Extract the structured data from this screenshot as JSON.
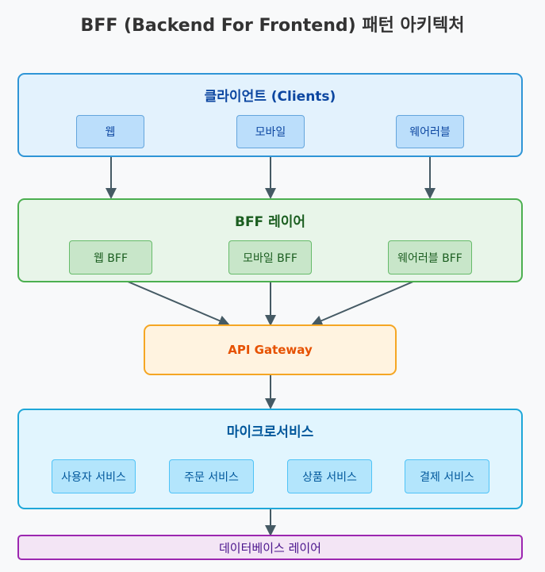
{
  "title": "BFF (Backend For Frontend) 패턴 아키텍처",
  "clients": {
    "label": "클라이언트 (Clients)",
    "items": [
      "웹",
      "모바일",
      "웨어러블"
    ]
  },
  "bff": {
    "label": "BFF 레이어",
    "items": [
      "웹 BFF",
      "모바일 BFF",
      "웨어러블 BFF"
    ]
  },
  "gateway": {
    "label": "API Gateway"
  },
  "microservices": {
    "label": "마이크로서비스",
    "items": [
      "사용자 서비스",
      "주문 서비스",
      "상품 서비스",
      "결제 서비스"
    ]
  },
  "database": {
    "label": "데이터베이스 레이어"
  },
  "colors": {
    "client_fill": "#e3f2fd",
    "client_border": "#2f95d6",
    "client_text": "#0d47a1",
    "client_item_fill": "#bbdefb",
    "client_item_border": "#64a5dc",
    "bff_fill": "#e8f5e9",
    "bff_border": "#4caf50",
    "bff_text": "#1b5e20",
    "bff_item_fill": "#c8e6c9",
    "bff_item_border": "#66bb6a",
    "gateway_fill": "#fff3e0",
    "gateway_border": "#f5a623",
    "gateway_text": "#e65100",
    "ms_fill": "#e1f5fe",
    "ms_border": "#1ea7d8",
    "ms_text": "#01579b",
    "ms_item_fill": "#b3e5fc",
    "ms_item_border": "#4fc3f7",
    "db_fill": "#f3e5f5",
    "db_border": "#9c27b0",
    "db_text": "#4a148c",
    "arrow": "#455a64"
  }
}
